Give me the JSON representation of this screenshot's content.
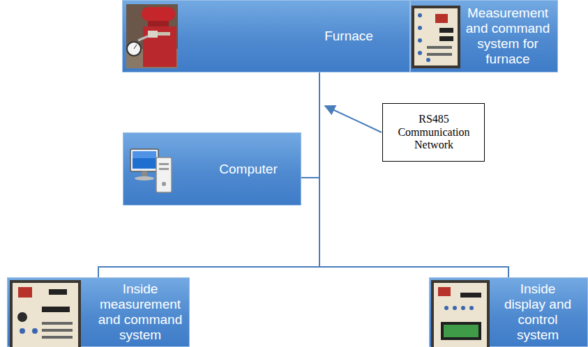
{
  "diagram": {
    "nodes": [
      {
        "text": [
          "Furnace"
        ]
      },
      {
        "text": [
          "Measurement and command system for furnace"
        ]
      },
      {
        "text": [
          "Computer"
        ]
      },
      {
        "text": [
          "RS485 Communication Network"
        ]
      },
      {
        "text": [
          "Inside measurement and command system"
        ]
      },
      {
        "text": [
          "Inside display and control system"
        ]
      }
    ],
    "edges": [
      {
        "from": 2,
        "to": 0,
        "arrow": "none"
      },
      {
        "from": 2,
        "to": 4,
        "arrow": "none"
      },
      {
        "from": 2,
        "to": 5,
        "arrow": "none"
      }
    ]
  }
}
